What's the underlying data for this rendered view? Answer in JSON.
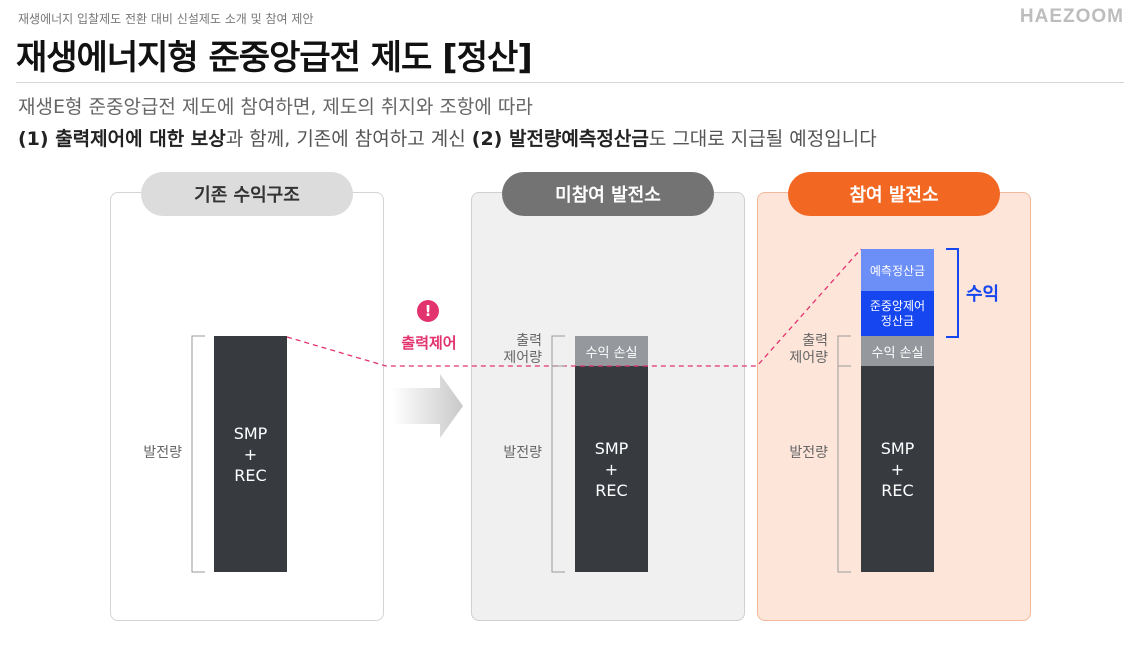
{
  "header": {
    "breadcrumb": "재생에너지 입찰제도 전환 대비 신설제도 소개 및 참여 제안",
    "logo": "HAEZOOM",
    "title": "재생에너지형 준중앙급전 제도 [정산]",
    "subtitle_line1": "재생E형 준중앙급전 제도에 참여하면, 제도의 취지와 조항에 따라",
    "subtitle_line2": {
      "p1": "(1) 출력제어에 대한 보상",
      "p2": "과 함께, 기존에 참여하고 계신 ",
      "p3": "(2) 발전량예측정산금",
      "p4": "도 그대로 지급될 예정입니다"
    }
  },
  "panels": {
    "existing": {
      "label": "기존 수익구조",
      "side_label": "발전량",
      "bar": [
        "SMP",
        "+",
        "REC"
      ]
    },
    "non_participating": {
      "label": "미참여 발전소",
      "curtail_label": [
        "출력",
        "제어량"
      ],
      "loss": "수익 손실",
      "side_label": "발전량",
      "bar": [
        "SMP",
        "+",
        "REC"
      ]
    },
    "participating": {
      "label": "참여 발전소",
      "curtail_label": [
        "출력",
        "제어량"
      ],
      "loss": "수익 손실",
      "side_label": "발전량",
      "bar": [
        "SMP",
        "+",
        "REC"
      ],
      "predict": "예측정산금",
      "stable": [
        "준중앙제어",
        "정산금"
      ],
      "revenue": "수익"
    }
  },
  "alert": {
    "mark": "!",
    "label": "출력제어"
  },
  "colors": {
    "orange": "#f26722",
    "blue": "#1546f0",
    "light_blue": "#6c8ef7",
    "pink": "#e2336e",
    "dark_bar": "#373b40",
    "loss_gray": "#95989c"
  }
}
